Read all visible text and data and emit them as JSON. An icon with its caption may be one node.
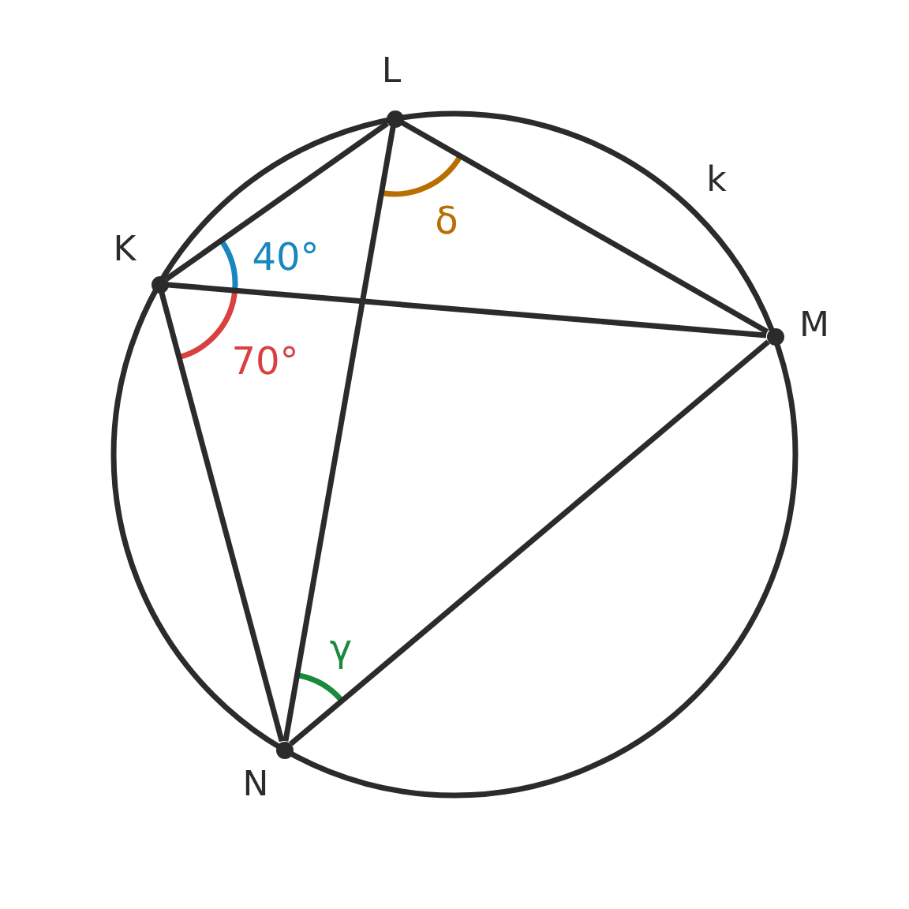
{
  "diagram": {
    "nodes": [
      {
        "text": [],
        "shape": "circle",
        "beside": [
          "L"
        ]
      },
      {
        "text": [],
        "shape": "circle",
        "beside": [
          "K"
        ]
      },
      {
        "text": [],
        "shape": "circle",
        "beside": [
          "M"
        ]
      },
      {
        "text": [],
        "shape": "circle",
        "beside": [
          "N"
        ]
      }
    ],
    "edges": [
      {
        "from": 1,
        "to": 0,
        "arrow": "none"
      },
      {
        "from": 0,
        "to": 2,
        "arrow": "none"
      },
      {
        "from": 1,
        "to": 2,
        "arrow": "none"
      },
      {
        "from": 1,
        "to": 3,
        "arrow": "none"
      },
      {
        "from": 0,
        "to": 3,
        "arrow": "none"
      },
      {
        "from": 3,
        "to": 2,
        "arrow": "none"
      }
    ],
    "labels": [
      "k",
      "δ",
      "40°",
      "70°",
      "γ"
    ]
  }
}
